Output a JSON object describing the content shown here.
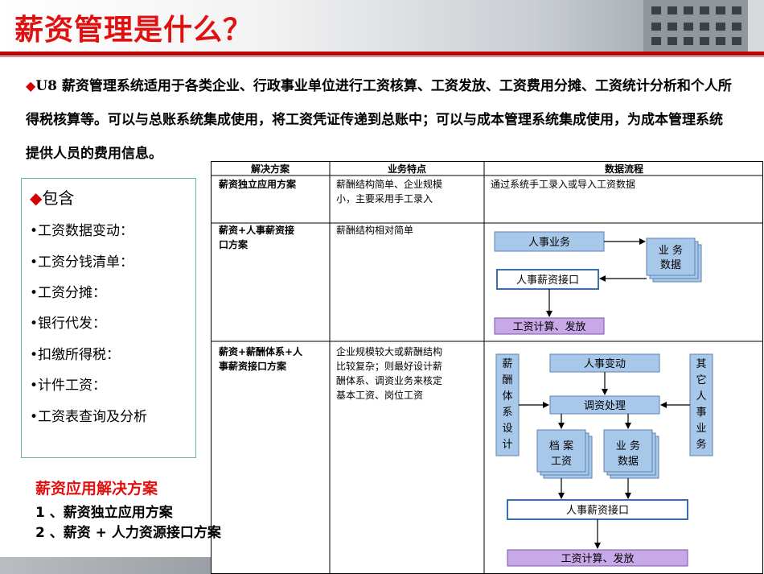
{
  "header": {
    "title": "薪资管理是什么？"
  },
  "intro": {
    "bullet": "◆",
    "text": "U8 薪资管理系统适用于各类企业、行政事业单位进行工资核算、工资发放、工资费用分摊、工资统计分析和个人所得税核算等。可以与总账系统集成使用，将工资凭证传递到总账中；可以与成本管理系统集成使用，为成本管理系统提供人员的费用信息。"
  },
  "contains": {
    "bullet": "◆",
    "title": "包含",
    "items": [
      "•工资数据变动：",
      "•工资分钱清单：",
      "•工资分摊：",
      "•银行代发：",
      "•扣缴所得税：",
      "•计件工资：",
      "•工资表查询及分析"
    ]
  },
  "solutions": {
    "title": "薪资应用解决方案",
    "items": [
      "1 、薪资独立应用方案",
      "2 、薪资 + 人力资源接口方案"
    ]
  },
  "table": {
    "headers": [
      "解决方案",
      "业务特点",
      "数据流程"
    ],
    "rows": [
      {
        "solution": "薪资独立应用方案",
        "features": [
          "薪酬结构简单、企业规模",
          "小，主要采用手工录入"
        ],
        "flow_text": "通过系统手工录入或导入工资数据"
      },
      {
        "solution_lines": [
          "薪资+人事薪资接",
          "口方案"
        ],
        "features": [
          "薪酬结构相对简单"
        ],
        "flow": {
          "hr_business": "人事业务",
          "business_data": [
            "业 务",
            "数据"
          ],
          "hr_interface": "人事薪资接口",
          "salary_calc": "工资计算、发放"
        }
      },
      {
        "solution_lines": [
          "薪资+薪酬体系+人",
          "事薪资接口方案"
        ],
        "features": [
          "企业规模较大或薪酬结构",
          "比较复杂；则最好设计薪",
          "酬体系、调资业务来核定",
          "基本工资、岗位工资"
        ],
        "flow": {
          "pay_design": [
            "薪",
            "酬",
            "体",
            "系",
            "设",
            "计"
          ],
          "hr_change": "人事变动",
          "other_hr": [
            "其",
            "它",
            "人",
            "事",
            "业",
            "务"
          ],
          "adjust": "调资处理",
          "archive": [
            "档 案",
            "工资"
          ],
          "business_data": [
            "业 务",
            "数据"
          ],
          "hr_interface": "人事薪资接口",
          "salary_calc": "工资计算、发放"
        }
      }
    ]
  },
  "colors": {
    "title_red": "#e01010",
    "box_blue": "#a8c8ea",
    "box_purple": "#c9a8e8",
    "border_teal": "#5fb7b0"
  }
}
